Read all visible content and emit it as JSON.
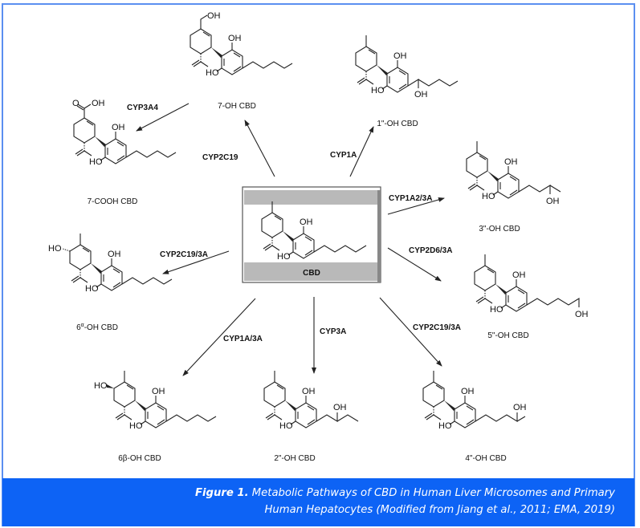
{
  "caption": {
    "figure_label": "Figure 1.",
    "line1": " Metabolic Pathways of CBD in Human Liver Microsomes and Primary",
    "line2": "Human Hepatocytes (Modified from Jiang et al., 2011; EMA, 2019)"
  },
  "center": {
    "name": "CBD"
  },
  "metabolites": [
    {
      "id": "7oh",
      "name": "7-OH CBD",
      "enzyme": "CYP2C19"
    },
    {
      "id": "1oh",
      "name": "1\"-OH CBD",
      "enzyme": "CYP1A"
    },
    {
      "id": "7cooh",
      "name": "7-COOH CBD",
      "enzyme": "CYP3A4",
      "from": "7-OH CBD"
    },
    {
      "id": "3oh",
      "name": "3\"-OH CBD",
      "enzyme": "CYP1A2/3A"
    },
    {
      "id": "6aoh",
      "name_prefix": "6",
      "name_sup": "α",
      "name_suffix": "-OH CBD",
      "enzyme": "CYP2C19/3A"
    },
    {
      "id": "5oh",
      "name": "5\"-OH CBD",
      "enzyme": "CYP2D6/3A"
    },
    {
      "id": "6boh",
      "name": "6β-OH CBD",
      "enzyme": "CYP1A/3A"
    },
    {
      "id": "2oh",
      "name": "2\"-OH CBD",
      "enzyme": "CYP3A"
    },
    {
      "id": "4oh",
      "name": "4\"-OH CBD",
      "enzyme": "CYP2C19/3A"
    }
  ],
  "atoms": {
    "oh": "OH",
    "ho": "HO",
    "o": "O"
  }
}
